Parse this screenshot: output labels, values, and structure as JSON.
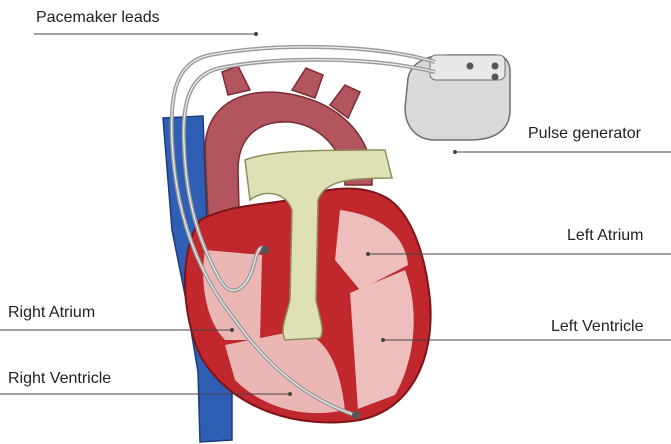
{
  "labels": {
    "pacemaker_leads": "Pacemaker leads",
    "pulse_generator": "Pulse generator",
    "left_atrium": "Left Atrium",
    "right_atrium": "Right Atrium",
    "left_ventricle": "Left Ventricle",
    "right_ventricle": "Right Ventricle"
  },
  "colors": {
    "vena_cava": "#2f5fb5",
    "aorta": "#b2555f",
    "heart_wall": "#c0282e",
    "heart_chamber": "#efc6c4",
    "pulmonary_artery": "#dfe0b6",
    "device": "#d9d9d9",
    "lead": "#9a9a9a",
    "leader_line": "#444444"
  }
}
